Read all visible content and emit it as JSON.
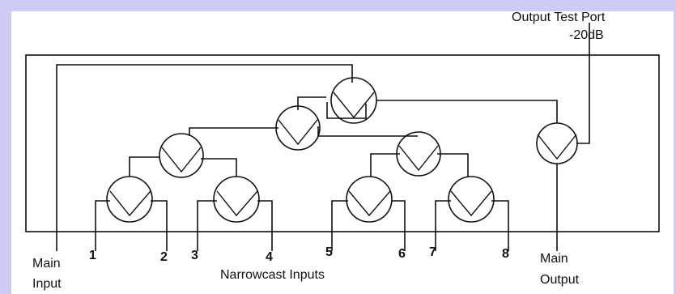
{
  "colors": {
    "background": "#ccccf6",
    "panel": "#ffffff",
    "ink": "#111111"
  },
  "labels": {
    "output_test_port_line1": "Output Test Port",
    "output_test_port_line2": "-20dB",
    "main_input_line1": "Main",
    "main_input_line2": "Input",
    "main_output_line1": "Main",
    "main_output_line2": "Output",
    "narrowcast_inputs": "Narrowcast Inputs"
  },
  "ports": [
    "1",
    "2",
    "3",
    "4",
    "5",
    "6",
    "7",
    "8"
  ]
}
